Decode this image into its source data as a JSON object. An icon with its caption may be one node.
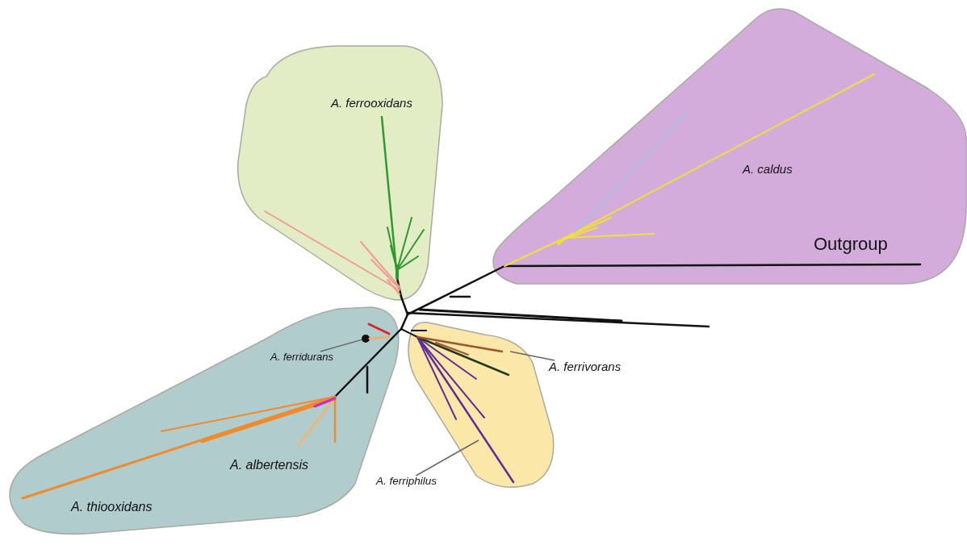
{
  "diagram": {
    "nodes": [
      {
        "text": [
          "A. ferrooxidans"
        ]
      },
      {
        "text": [
          "A. caldus",
          "Outgroup"
        ]
      },
      {
        "text": [
          "A. albertensis",
          "A. thiooxidans"
        ]
      },
      {
        "text": [
          "A. ferridurans"
        ],
        "in": 2
      },
      {
        "text": [],
        "shape": "circle",
        "in": 2
      },
      {
        "text": [],
        "shape": "blob"
      },
      {
        "text": [
          "A. ferrivorans"
        ]
      },
      {
        "text": [
          "A. ferriphilus"
        ]
      }
    ],
    "edges": [
      {
        "from": 3,
        "to": 4,
        "arrow": "none"
      },
      {
        "from": 6,
        "to": 5,
        "arrow": "none"
      },
      {
        "from": 7,
        "to": 5,
        "arrow": "none"
      }
    ]
  }
}
